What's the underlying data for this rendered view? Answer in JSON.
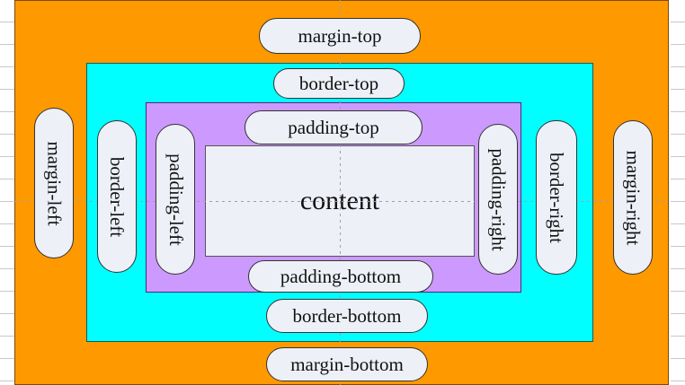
{
  "diagram": {
    "content_label": "content",
    "margin_top": "margin-top",
    "margin_bottom": "margin-bottom",
    "margin_left": "margin-left",
    "margin_right": "margin-right",
    "border_top": "border-top",
    "border_bottom": "border-bottom",
    "border_left": "border-left",
    "border_right": "border-right",
    "padding_top": "padding-top",
    "padding_bottom": "padding-bottom",
    "padding_left": "padding-left",
    "padding_right": "padding-right"
  },
  "colors": {
    "margin": "#ff9900",
    "border": "#00ffff",
    "padding": "#cc99ff",
    "content": "#eef0f8"
  }
}
